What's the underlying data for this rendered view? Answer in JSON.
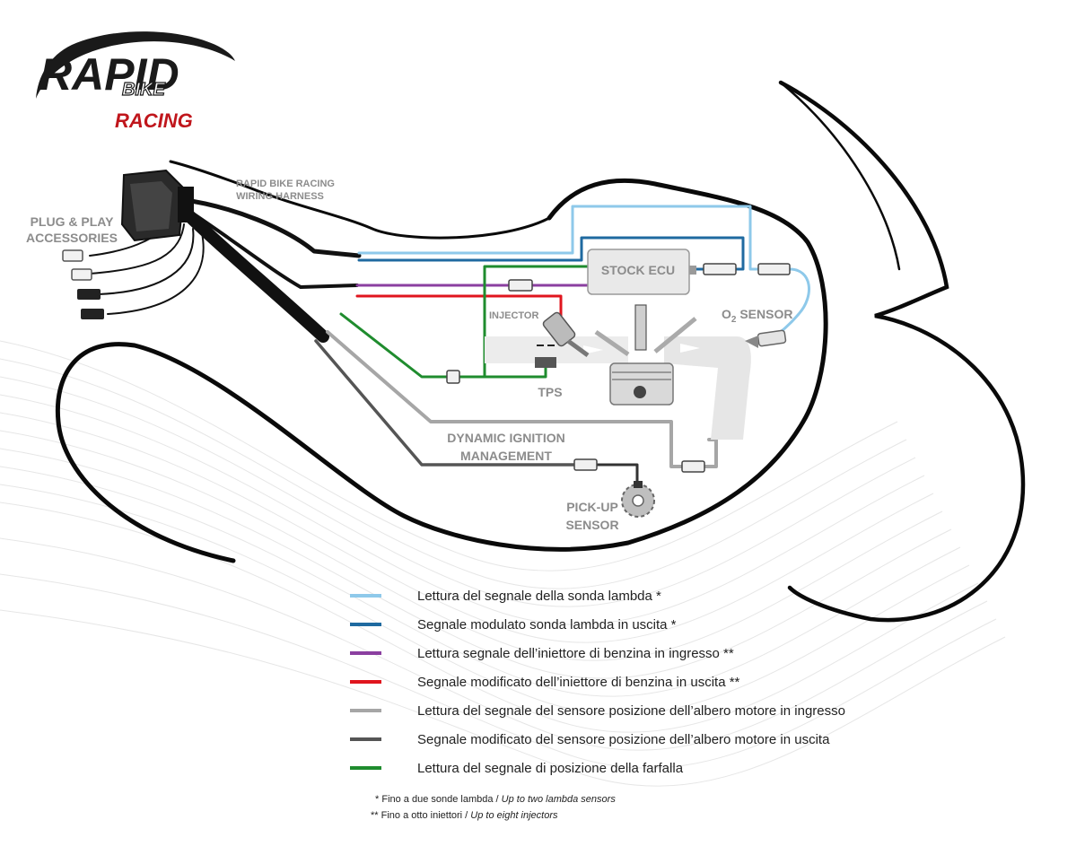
{
  "logo": {
    "rapid": "RAPID",
    "bike": "BIKE",
    "racing": "RACING"
  },
  "labels": {
    "harness_line1": "RAPID BIKE RACING",
    "harness_line2": "WIRING HARNESS",
    "accessories_line1": "PLUG & PLAY",
    "accessories_line2": "ACCESSORIES",
    "stock_ecu": "STOCK ECU",
    "injector": "INJECTOR",
    "o2_sensor_prefix": "O",
    "o2_sensor_sub": "2",
    "o2_sensor_suffix": " SENSOR",
    "tps": "TPS",
    "dynamic_line1": "DYNAMIC IGNITION",
    "dynamic_line2": "MANAGEMENT",
    "pickup_line1": "PICK-UP",
    "pickup_line2": "SENSOR"
  },
  "legend": [
    {
      "color": "#8ec9ea",
      "text": "Lettura del segnale della sonda lambda *"
    },
    {
      "color": "#1f6aa0",
      "text": "Segnale modulato sonda lambda in uscita *"
    },
    {
      "color": "#8b3fa0",
      "text": "Lettura segnale dell’iniettore di benzina in ingresso **"
    },
    {
      "color": "#e0151e",
      "text": "Segnale modificato dell’iniettore di benzina in uscita **"
    },
    {
      "color": "#a6a6a6",
      "text": "Lettura del segnale del sensore posizione dell’albero motore in ingresso"
    },
    {
      "color": "#555555",
      "text": "Segnale modificato del sensore posizione dell’albero motore in uscita"
    },
    {
      "color": "#1f8c2e",
      "text": "Lettura del segnale di posizione della farfalla"
    }
  ],
  "notes": [
    {
      "marker": "* ",
      "text": "Fino a due sonde lambda / ",
      "italic": "Up to two lambda sensors"
    },
    {
      "marker": "** ",
      "text": "Fino a otto iniettori / ",
      "italic": "Up to eight injectors"
    }
  ],
  "colors": {
    "lambda_in": "#8ec9ea",
    "lambda_out": "#1f6aa0",
    "injector_in": "#8b3fa0",
    "injector_out": "#e0151e",
    "crank_in": "#a6a6a6",
    "crank_out": "#555555",
    "throttle": "#1f8c2e",
    "outline": "#0a0a0a",
    "label_grey": "#8c8c8c"
  }
}
